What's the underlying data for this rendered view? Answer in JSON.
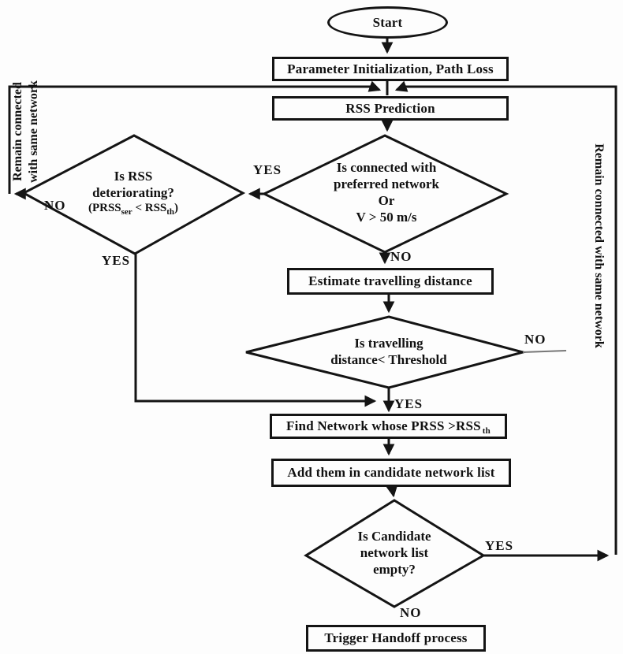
{
  "nodes": {
    "start": "Start",
    "param_init": "Parameter Initialization, Path Loss",
    "rss_prediction": "RSS Prediction",
    "rss_diamond": {
      "line1": "Is RSS",
      "line2": "deteriorating?",
      "cond": {
        "p1": "(PRSS",
        "sub1": "ser",
        "p2": " < RSS",
        "sub2": "th",
        "p3": ")"
      }
    },
    "preferred_diamond": {
      "line1": "Is connected with",
      "line2": "preferred network",
      "line3": "Or",
      "line4": "V > 50 m/s"
    },
    "estimate": "Estimate travelling distance",
    "travel_diamond": {
      "line1": "Is travelling",
      "line2": "distance< Threshold"
    },
    "find_network": {
      "p1": "Find Network whose PRSS >RSS",
      "sub1": "th"
    },
    "add_candidates": "Add them in candidate network list",
    "candidate_diamond": {
      "line1": "Is Candidate",
      "line2": "network list",
      "line3": "empty?"
    },
    "trigger": "Trigger Handoff process"
  },
  "labels": {
    "yes_pref_left": "YES",
    "no_rss_left": "NO",
    "yes_rss_down": "YES",
    "no_pref_down": "NO",
    "no_travel_right": "NO",
    "yes_travel_down": "YES",
    "yes_candidate_right": "YES",
    "no_candidate_down": "NO",
    "remain_left_line1": "Remain connected",
    "remain_left_line2": "with same network",
    "remain_right": "Remain connected with same network"
  },
  "colors": {
    "line": "#141414",
    "thin_line": "#777777",
    "background": "#fdfdfd",
    "text": "#111111"
  }
}
